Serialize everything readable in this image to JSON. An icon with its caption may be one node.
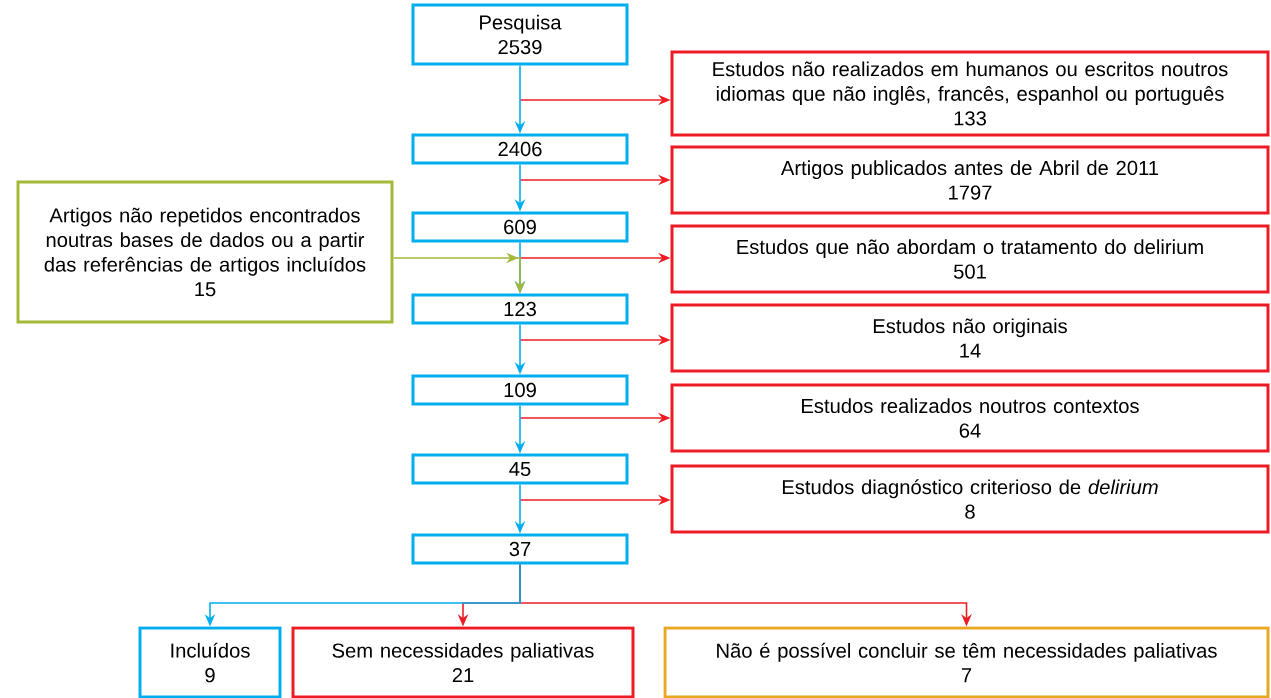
{
  "diagram": {
    "nodes": [
      {
        "text": [
          "Pesquisa",
          "2539"
        ]
      },
      {
        "text": [
          "Estudos não realizados em humanos ou escritos noutros idiomas que não inglês, francês, espanhol ou português",
          "133"
        ]
      },
      {
        "text": [
          "2406"
        ]
      },
      {
        "text": [
          "Artigos publicados antes de Abril de 2011",
          "1797"
        ]
      },
      {
        "text": [
          "609"
        ]
      },
      {
        "text": [
          "Artigos não repetidos encontrados noutras bases de dados ou a partir das referências de artigos incluídos",
          "15"
        ]
      },
      {
        "text": [
          "Estudos que não abordam o tratamento do delirium",
          "501"
        ]
      },
      {
        "text": [
          "123"
        ]
      },
      {
        "text": [
          "Estudos não originais",
          "14"
        ]
      },
      {
        "text": [
          "109"
        ]
      },
      {
        "text": [
          "Estudos realizados noutros contextos",
          "64"
        ]
      },
      {
        "text": [
          "45"
        ]
      },
      {
        "text": [
          "Estudos diagnóstico criterioso de *delirium*",
          "8"
        ]
      },
      {
        "text": [
          "37"
        ]
      },
      {
        "text": [
          "Incluídos",
          "9"
        ]
      },
      {
        "text": [
          "Sem necessidades paliativas",
          "21"
        ]
      },
      {
        "text": [
          "Não é possível concluir se têm necessidades paliativas",
          "7"
        ]
      }
    ],
    "edges": [
      {
        "from": 0,
        "to": 2,
        "arrow": "to",
        "color": "#00aeef"
      },
      {
        "from": 2,
        "to": 4,
        "arrow": "to",
        "color": "#00aeef"
      },
      {
        "from": 4,
        "to": 7,
        "arrow": "to",
        "color": "#00aeef"
      },
      {
        "from": 7,
        "to": 9,
        "arrow": "to",
        "color": "#00aeef"
      },
      {
        "from": 9,
        "to": 11,
        "arrow": "to",
        "color": "#00aeef"
      },
      {
        "from": 11,
        "to": 13,
        "arrow": "to",
        "color": "#00aeef"
      },
      {
        "from": 0,
        "to": 1,
        "arrow": "to",
        "color": "#ed1c24"
      },
      {
        "from": 2,
        "to": 3,
        "arrow": "to",
        "color": "#ed1c24"
      },
      {
        "from": 4,
        "to": 6,
        "arrow": "to",
        "color": "#ed1c24"
      },
      {
        "from": 5,
        "to": 7,
        "arrow": "to",
        "color": "#a4b83a"
      },
      {
        "from": 7,
        "to": 8,
        "arrow": "to",
        "color": "#ed1c24"
      },
      {
        "from": 9,
        "to": 10,
        "arrow": "to",
        "color": "#ed1c24"
      },
      {
        "from": 11,
        "to": 12,
        "arrow": "to",
        "color": "#ed1c24"
      },
      {
        "from": 13,
        "to": 14,
        "arrow": "to",
        "color": "#00aeef"
      },
      {
        "from": 13,
        "to": 15,
        "arrow": "to",
        "color": "#ed1c24"
      },
      {
        "from": 13,
        "to": 16,
        "arrow": "to",
        "color": "#ed1c24"
      }
    ]
  }
}
